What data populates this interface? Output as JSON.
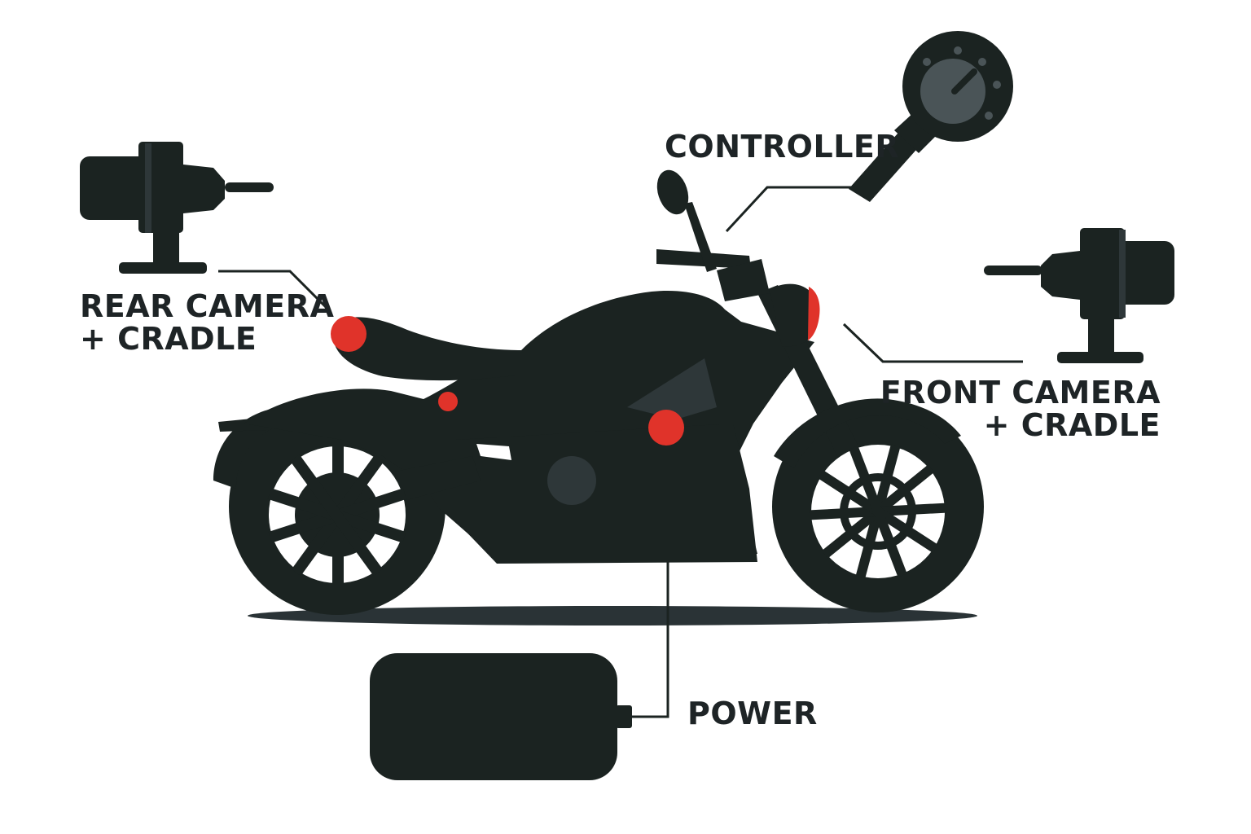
{
  "labels": {
    "controller": "CONTROLLER",
    "rear_camera_line1": "REAR CAMERA",
    "rear_camera_line2": "+ CRADLE",
    "front_camera_line1": "FRONT CAMERA",
    "front_camera_line2": "+ CRADLE",
    "power": "POWER"
  },
  "colors": {
    "silhouette": "#1b2321",
    "detail": "#2e3739",
    "highlight": "#e0332a",
    "text": "#1e2426",
    "background": "#ffffff"
  },
  "icons": {
    "vehicle": "motorcycle-silhouette-icon",
    "front_device": "front-camera-icon",
    "rear_device": "rear-camera-icon",
    "controller_device": "controller-knob-icon",
    "power_device": "power-module-icon"
  }
}
